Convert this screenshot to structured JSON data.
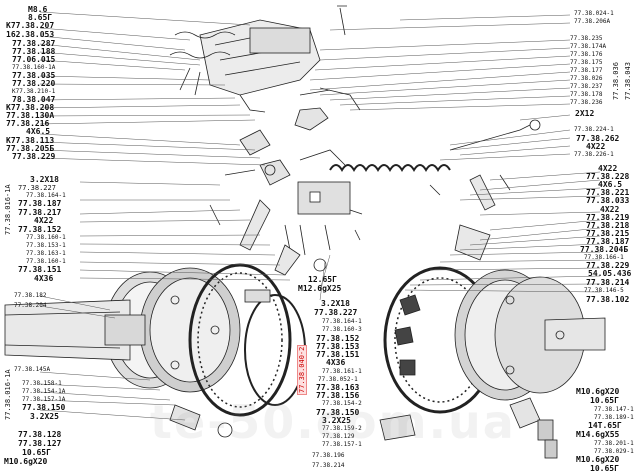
{
  "diagram": {
    "highlighted_label": "77.38.040-2",
    "left_top_labels": [
      "М8.6",
      "8.65Г",
      "К77.38.207",
      "162.38.053",
      "77.38.287",
      "77.38.188",
      "77.06.015",
      "77.38.160-1А",
      "77.38.035",
      "77.38.220",
      "К77.38.210-1",
      "78.38.047",
      "К77.38.208",
      "77.38.130А",
      "77.38.216",
      "4Х6.5",
      "К77.38.113",
      "77.38.205Б",
      "77.38.229"
    ],
    "left_mid_labels": [
      "3.2Х18",
      "77.38.227",
      "77.38.164-1",
      "77.38.187",
      "77.38.217",
      "4Х22",
      "77.38.152",
      "77.38.160-1",
      "77.38.153-1",
      "77.38.163-1",
      "77.38.160-1",
      "77.38.151",
      "4Х36"
    ],
    "left_mid_vertical": "77.38.016-1А",
    "left_low_labels": [
      "77.38.182",
      "77.38.204"
    ],
    "left_bottom_labels": [
      "77.38.145А",
      "77.38.158-1",
      "77.38.154-1А",
      "77.38.157-1А",
      "77.38.150",
      "3.2Х25",
      "77.38.128",
      "77.38.127",
      "10.65Г",
      "М10.6gХ20"
    ],
    "left_bottom_vertical": "77.38.016-1А",
    "right_top_labels": [
      "77.38.024-1",
      "77.38.206А"
    ],
    "right_list_labels": [
      "77.38.235",
      "77.38.174А",
      "77.38.176",
      "77.38.175",
      "77.38.177",
      "77.38.026",
      "77.38.237",
      "77.38.178",
      "77.38.236"
    ],
    "right_vertical_a": "77.38.043",
    "right_vertical_b": "77.38.036",
    "right_mid_labels": [
      "2Х12",
      "77.38.224-1",
      "77.38.262",
      "4Х22",
      "77.38.226-1"
    ],
    "right_low_labels": [
      "4Х22",
      "77.38.228",
      "4Х6.5",
      "77.38.221",
      "77.38.033",
      "4Х22",
      "77.38.219",
      "77.38.218",
      "77.38.215",
      "77.38.187",
      "77.38.204Б",
      "77.38.166-1",
      "77.38.229",
      "54.05.436",
      "77.38.214",
      "77.38.146-5",
      "77.38.102"
    ],
    "center_labels": [
      "12.65Г",
      "М12.6gХ25"
    ],
    "center_low_labels": [
      "3.2Х18",
      "77.38.227",
      "77.38.164-1",
      "77.38.160-3",
      "77.38.152",
      "77.38.153",
      "77.38.151",
      "4Х36",
      "77.38.161-1",
      "77.38.052-1",
      "77.38.163",
      "77.38.156",
      "77.38.154-2",
      "77.38.150",
      "3.2Х25",
      "77.38.159-2",
      "77.38.129",
      "77.38.157-1",
      "77.38.196",
      "77.38.214"
    ],
    "right_bottom_labels": [
      "М10.6gХ20",
      "10.65Г",
      "77.38.147-1",
      "77.38.189-1",
      "14Т.65Г",
      "М14.6gХ55",
      "77.38.201-1",
      "77.38.029-1",
      "М10.6gХ20",
      "10.65Г"
    ],
    "watermark": "te-50.com.ua"
  }
}
